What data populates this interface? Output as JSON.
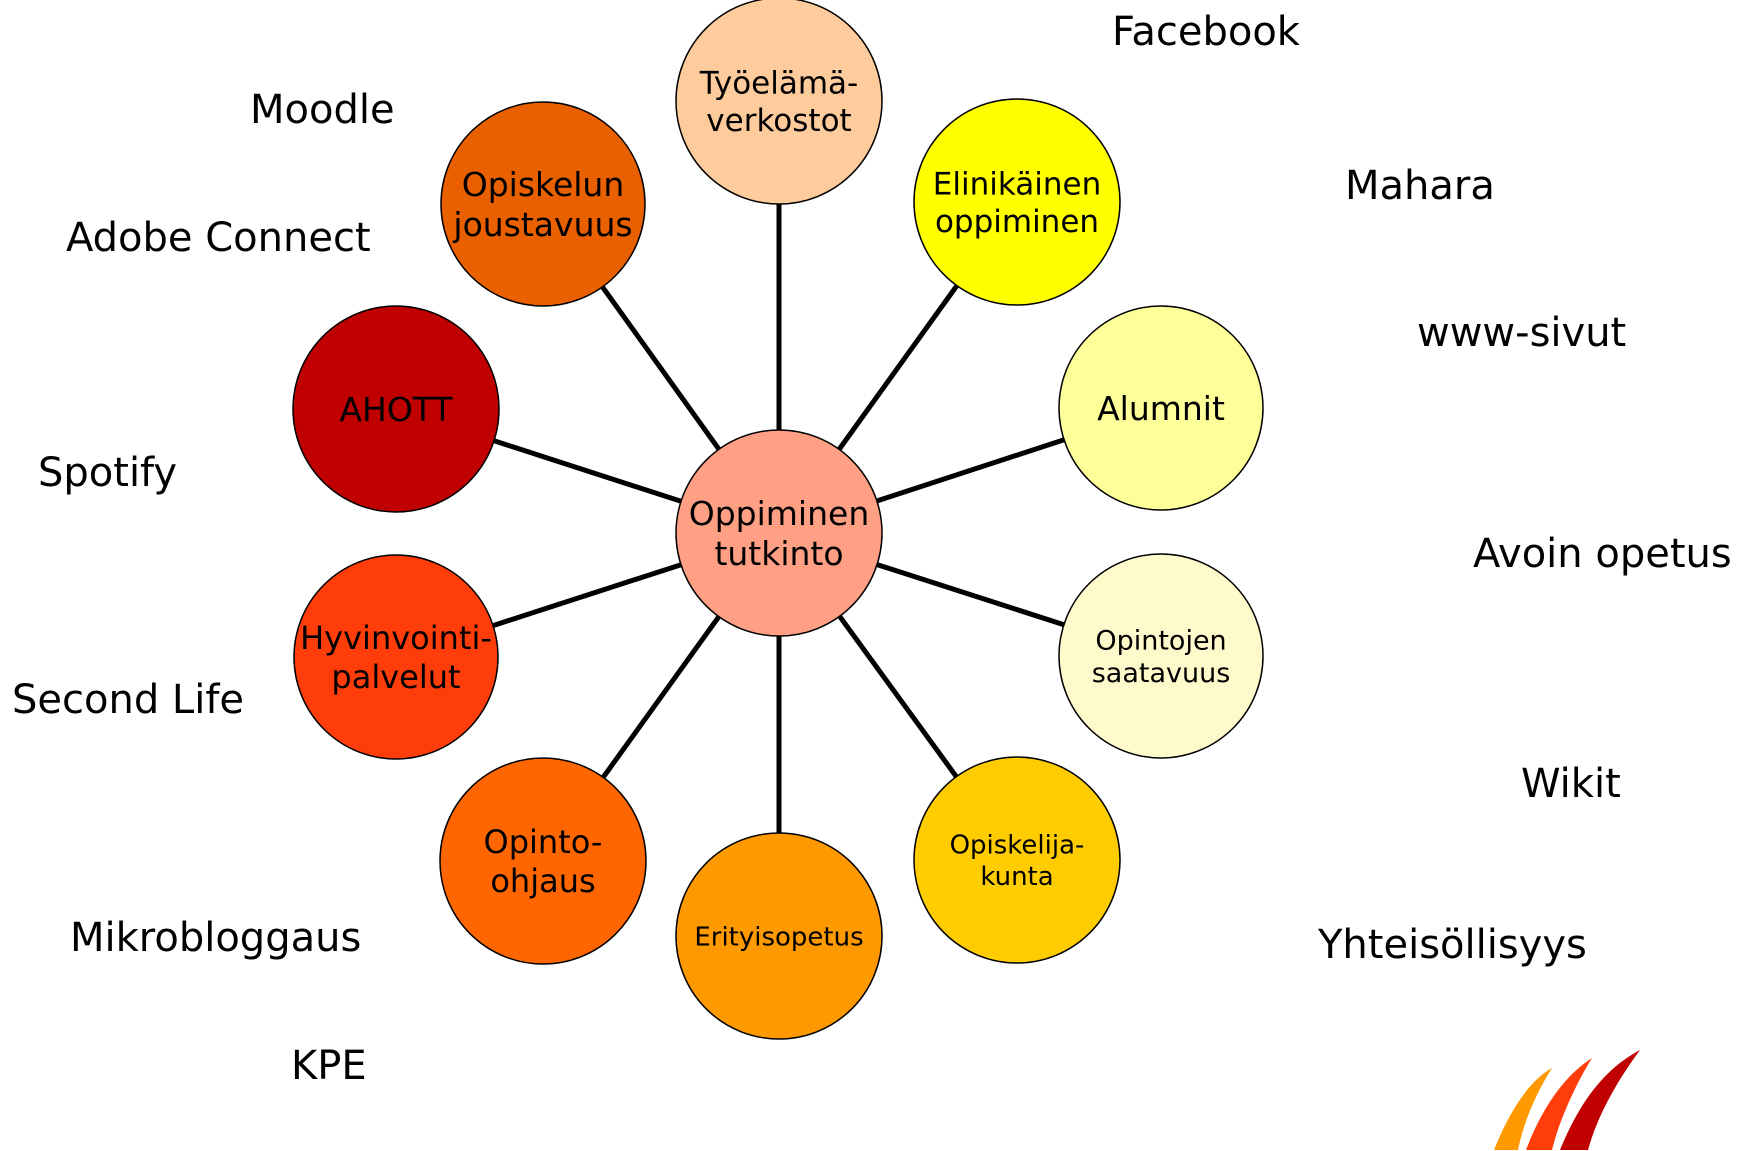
{
  "diagram": {
    "center": {
      "label": [
        "Oppiminen",
        "tutkinto"
      ],
      "color": "#FFA085"
    },
    "nodes": [
      {
        "id": "tyoelama-verkostot",
        "label": [
          "Työelämä-",
          "verkostot"
        ],
        "color": "#FDCB9C"
      },
      {
        "id": "elinikainen-oppiminen",
        "label": [
          "Elinikäinen",
          "oppiminen"
        ],
        "color": "#FFFF00"
      },
      {
        "id": "alumnit",
        "label": [
          "Alumnit"
        ],
        "color": "#FFFF99"
      },
      {
        "id": "opintojen-saatavuus",
        "label": [
          "Opintojen",
          "saatavuus"
        ],
        "color": "#FFFACC"
      },
      {
        "id": "opiskelijakunta",
        "label": [
          "Opiskelija-",
          "kunta"
        ],
        "color": "#FFCC00"
      },
      {
        "id": "erityisopetus",
        "label": [
          "Erityisopetus"
        ],
        "color": "#FF9900"
      },
      {
        "id": "opinto-ohjaus",
        "label": [
          "Opinto-",
          "ohjaus"
        ],
        "color": "#FF6600"
      },
      {
        "id": "hyvinvointipalvelut",
        "label": [
          "Hyvinvointi-",
          "palvelut"
        ],
        "color": "#FF3D0A"
      },
      {
        "id": "ahott",
        "label": [
          "AHOTT"
        ],
        "color": "#C00000"
      },
      {
        "id": "opiskelun-joustavuus",
        "label": [
          "Opiskelun",
          "joustavuus"
        ],
        "color": "#E86000"
      }
    ]
  },
  "tools": {
    "facebook": "Facebook",
    "moodle": "Moodle",
    "mahara": "Mahara",
    "adobe_connect": "Adobe Connect",
    "www_sivut": "www-sivut",
    "spotify": "Spotify",
    "avoin_opetus": "Avoin opetus",
    "second_life": "Second Life",
    "wikit": "Wikit",
    "mikrobloggaus": "Mikrobloggaus",
    "yhteisollisyys": "Yhteisöllisyys",
    "kpe": "KPE"
  },
  "logo": {
    "name": "school-logo-icon",
    "colors": [
      "#FF9900",
      "#FF3D0A",
      "#C00000"
    ]
  }
}
